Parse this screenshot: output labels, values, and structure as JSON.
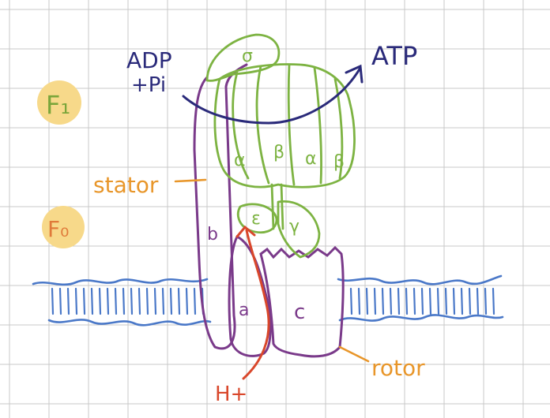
{
  "diagram": {
    "labels": {
      "f1": "F₁",
      "fo": "F₀",
      "adp": "ADP",
      "pi": "+Pi",
      "atp": "ATP",
      "stator": "stator",
      "rotor": "rotor",
      "proton": "H+",
      "sigma": "σ",
      "alpha_left": "α",
      "beta_left": "β",
      "alpha_right": "α",
      "beta_right": "β",
      "epsilon": "ε",
      "gamma": "γ",
      "subunit_b": "b",
      "subunit_a": "a",
      "subunit_c": "c"
    },
    "colors": {
      "grid": "#c9c9c9",
      "f1_highlight": "#f7d98a",
      "f1_text": "#7aa53a",
      "fo_text": "#e07a3a",
      "adp_atp_ink": "#2a2a7a",
      "stator_rotor_ink": "#e8962a",
      "membrane": "#4a78c8",
      "head_green": "#7db342",
      "subunit_purple": "#7a3a8a",
      "proton_red": "#d9472b"
    }
  }
}
